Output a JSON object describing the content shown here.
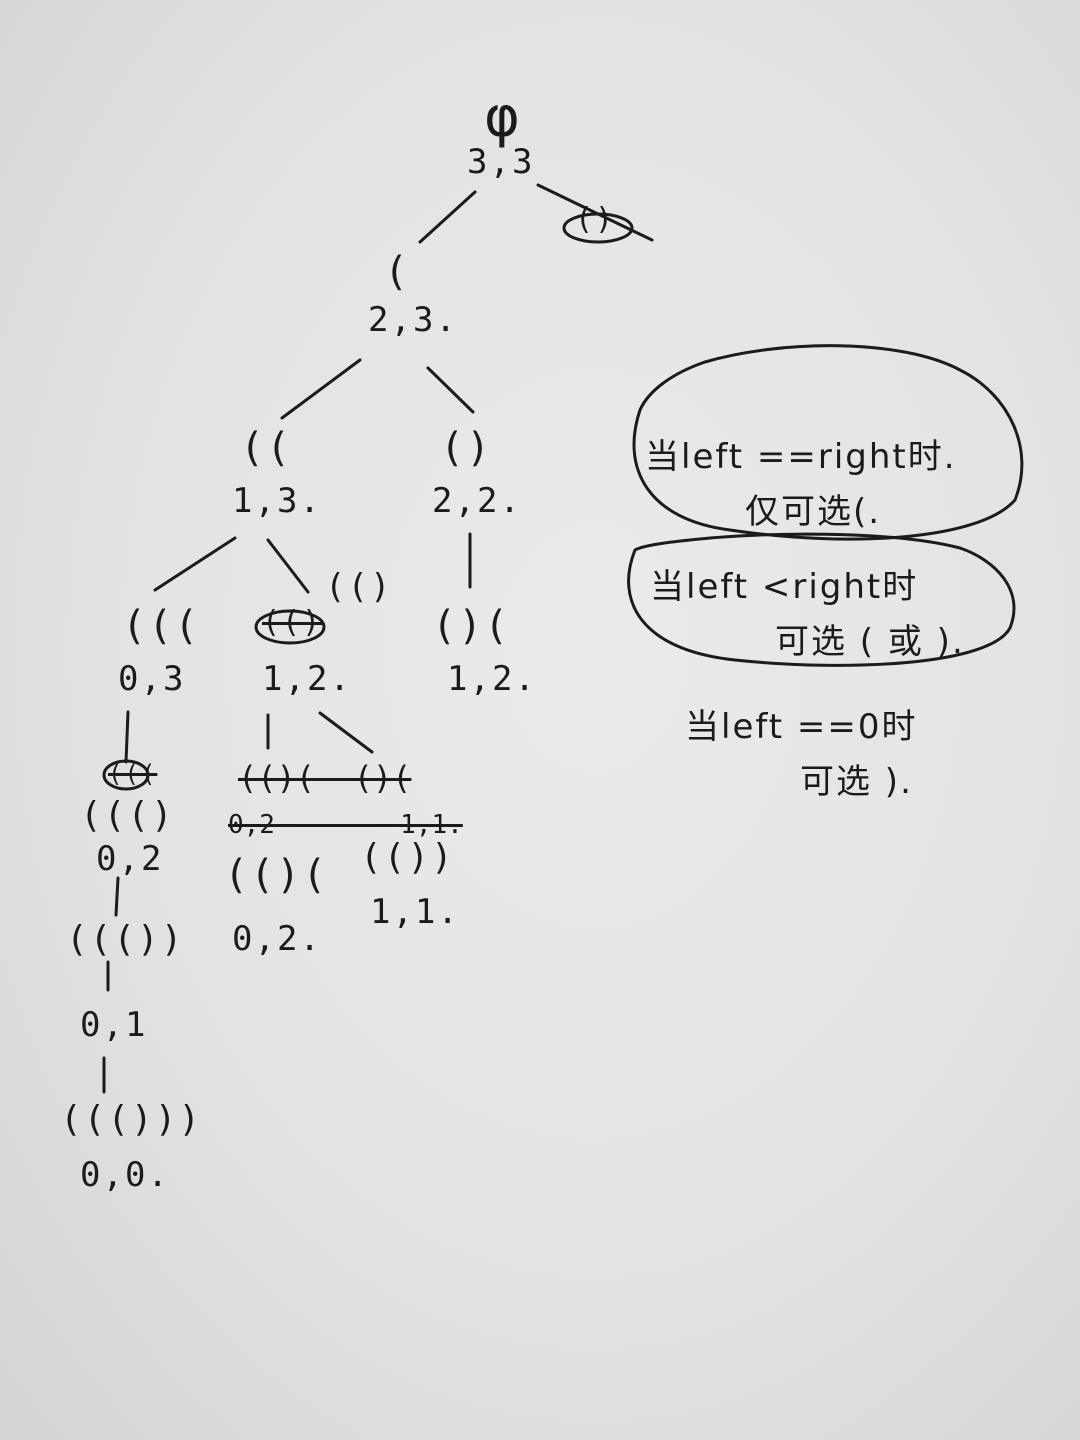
{
  "tree": {
    "root": {
      "symbol": "φ",
      "count": "3,3"
    },
    "root_crossed": "()",
    "n1": {
      "label": "(",
      "count": "2,3."
    },
    "n2": {
      "label": "((",
      "count": "1,3."
    },
    "n3": {
      "label": "()",
      "count": "2,2."
    },
    "n4": {
      "label": "(((",
      "count": "0,3"
    },
    "n5_struck": "(()",
    "n5_side": "(()",
    "n5": {
      "count": "1,2."
    },
    "n6": {
      "label": "()(",
      "count": "1,2."
    },
    "n7_crossed": "(((",
    "n7": {
      "label": "((()",
      "count": "0,2"
    },
    "n8_struck": "(()(  ()(",
    "n8_struck_count": "0,2        1,1.",
    "n8": {
      "label": "(()(",
      "count": "0,2."
    },
    "n9": {
      "label": "(())",
      "count": "1,1."
    },
    "n10": {
      "label": "((())",
      "count": "0,1"
    },
    "n11": {
      "label": "((()))",
      "count": "0,0."
    }
  },
  "notes": {
    "rule1_line1": "当left ==right时.",
    "rule1_line2": "仅可选(.",
    "rule2_line1": "当left <right时",
    "rule2_line2": "可选 ( 或 ).",
    "rule3_line1": "当left ==0时",
    "rule3_line2": "可选 )."
  }
}
